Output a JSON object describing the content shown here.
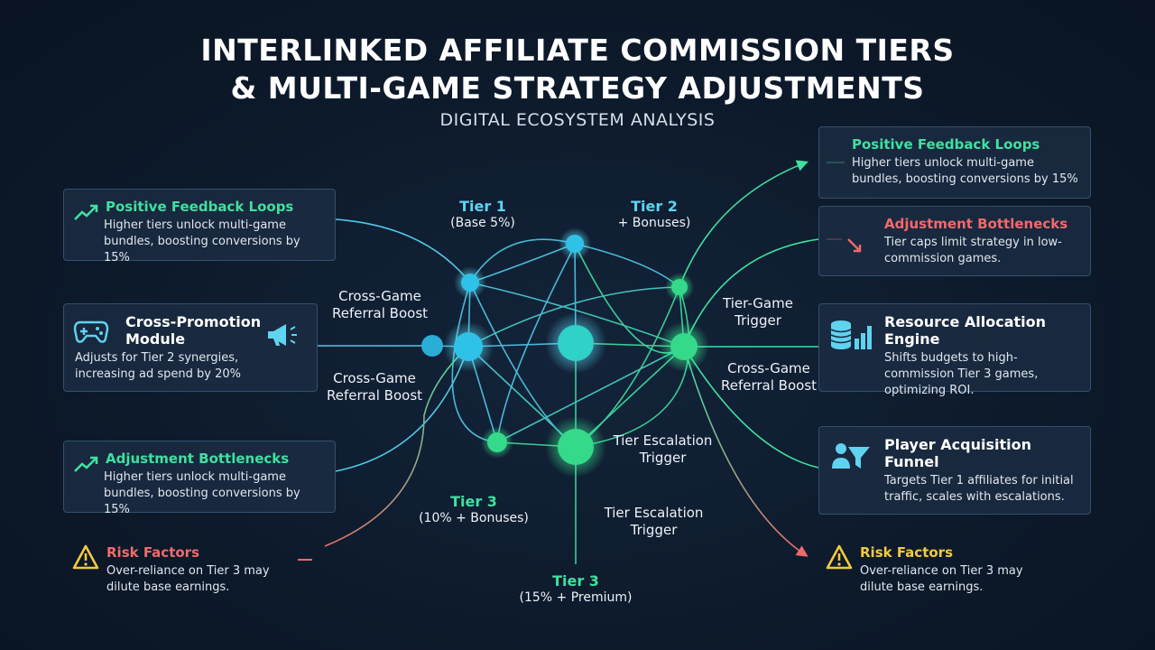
{
  "header": {
    "title_line1": "INTERLINKED AFFILIATE COMMISSION TIERS",
    "title_line2": "& MULTI-GAME STRATEGY ADJUSTMENTS",
    "subtitle": "DIGITAL ECOSYSTEM ANALYSIS"
  },
  "left_cards": {
    "feedback": {
      "title": "Positive Feedback Loops",
      "body": "Higher tiers unlock multi-game bundles, boosting conversions by 15%"
    },
    "cross_promo": {
      "title": "Cross-Promotion Module",
      "body": "Adjusts for Tier 2 synergies, increasing ad spend by 20%"
    },
    "bottlenecks": {
      "title": "Adjustment Bottlenecks",
      "body": "Higher tiers unlock multi-game bundles, boosting conversions by 15%"
    },
    "risk": {
      "title": "Risk Factors",
      "body": "Over-reliance on Tier 3 may dilute base earnings."
    }
  },
  "right_cards": {
    "feedback": {
      "title": "Positive Feedback Loops",
      "body": "Higher tiers unlock multi-game bundles, boosting conversions by 15%"
    },
    "bottlenecks": {
      "title": "Adjustment Bottlenecks",
      "body": "Tier caps limit strategy in low-commission games."
    },
    "resource": {
      "title": "Resource Allocation Engine",
      "body": "Shifts budgets to high-commission Tier 3 games, optimizing ROI."
    },
    "funnel": {
      "title": "Player Acquisition Funnel",
      "body": "Targets Tier 1 affiliates for initial traffic, scales with escalations."
    },
    "risk": {
      "title": "Risk Factors",
      "body": "Over-reliance on Tier 3 may dilute base earnings."
    }
  },
  "network_labels": {
    "tier1": {
      "name": "Tier 1",
      "detail": "(Base 5%)"
    },
    "tier2": {
      "name": "Tier 2",
      "detail": "+ Bonuses)"
    },
    "tier3_left": {
      "name": "Tier 3",
      "detail": "(10% + Bonuses)"
    },
    "tier3_bottom": {
      "name": "Tier 3",
      "detail": "(15% + Premium)"
    },
    "cross_game_1": "Cross-Game Referral Boost",
    "cross_game_2": "Cross-Game Referral Boost",
    "cross_game_3": "Cross-Game Referral Boost",
    "tier_game": "Tier-Game Trigger",
    "escalation_1": "Tier Escalation Trigger",
    "escalation_2": "Tier Escalation Trigger"
  },
  "colors": {
    "green": "#3fe0a0",
    "blue": "#5fd3f0",
    "red": "#f06a6a",
    "yellow": "#f3c93e"
  }
}
